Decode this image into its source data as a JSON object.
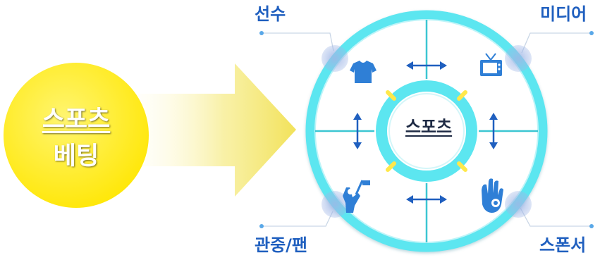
{
  "left_circle": {
    "line1": "스포츠",
    "line2": "베팅"
  },
  "hub": {
    "label": "스포츠"
  },
  "stakeholders": {
    "player": {
      "label": "선수",
      "icon": "t-shirt-icon"
    },
    "media": {
      "label": "미디어",
      "icon": "tv-icon"
    },
    "fan": {
      "label": "관중/팬",
      "icon": "cheering-fan-icon"
    },
    "sponsor": {
      "label": "스폰서",
      "icon": "hand-money-icon"
    }
  },
  "colors": {
    "yellow_circle": "#ffe800",
    "ring": "#5ce6f0",
    "ring_dark": "#2bbfcd",
    "icon_blue": "#2f7fd6",
    "arrow_blue": "#1f5fbf",
    "label_blue": "#1f5fbf",
    "hub_spokes": "#ffe84a"
  }
}
